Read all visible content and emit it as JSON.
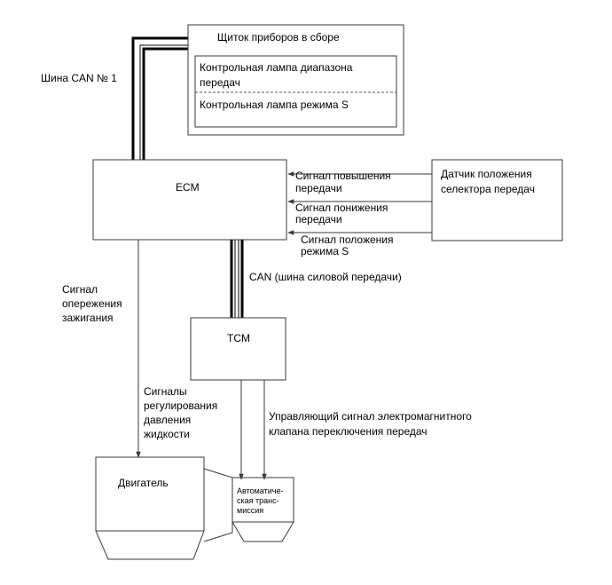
{
  "instrument_panel": {
    "title": "Щиток приборов в сборе",
    "lamp_range_line1": "Контрольная лампа диапазона",
    "lamp_range_line2": "передач",
    "lamp_s_mode": "Контрольная лампа режима S"
  },
  "can_bus_1": "Шина CAN № 1",
  "ecm": "ECM",
  "selector_sensor": {
    "line1": "Датчик положения",
    "line2": "селектора передач"
  },
  "signals_to_ecm": {
    "upshift_1": "Сигнал повышения",
    "upshift_2": "передачи",
    "downshift_1": "Сигнал понижения",
    "downshift_2": "передачи",
    "s_mode_1": "Сигнал положения",
    "s_mode_2": "режима S"
  },
  "can_powertrain": "CAN (шина силовой передачи)",
  "ignition_advance": {
    "line1": "Сигнал",
    "line2": "опережения",
    "line3": "зажигания"
  },
  "tcm": "TCM",
  "fluid_pressure": {
    "line1": "Сигналы",
    "line2": "регулирования",
    "line3": "давления",
    "line4": "жидкости"
  },
  "solenoid_signal": {
    "line1": "Управляющий сигнал электромагнитного",
    "line2": "клапана переключения передач"
  },
  "engine": "Двигатель",
  "transmission": {
    "line1": "Автоматиче-",
    "line2": "ская транс-",
    "line3": "миссия"
  }
}
